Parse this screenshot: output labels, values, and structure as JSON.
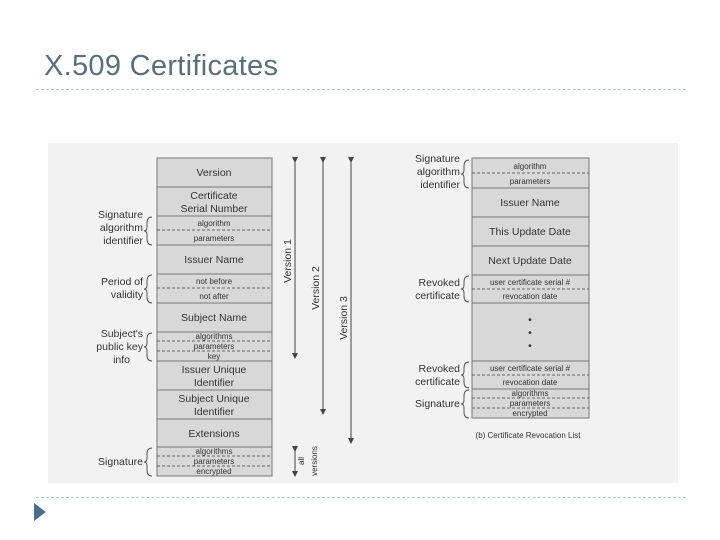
{
  "slide": {
    "title": "X.509 Certificates"
  },
  "cert": {
    "version": "Version",
    "serial_1": "Certificate",
    "serial_2": "Serial Number",
    "alg": "algorithm",
    "params": "parameters",
    "issuer": "Issuer Name",
    "not_before": "not before",
    "not_after": "not after",
    "subject": "Subject Name",
    "pk_alg": "algorithms",
    "pk_params": "parameters",
    "pk_key": "key",
    "iu_1": "Issuer Unique",
    "iu_2": "Identifier",
    "su_1": "Subject Unique",
    "su_2": "Identifier",
    "extensions": "Extensions",
    "sig_alg": "algorithms",
    "sig_params": "parameters",
    "sig_enc": "encrypted"
  },
  "cert_labels": {
    "sig_alg_id_1": "Signature",
    "sig_alg_id_2": "algorithm",
    "sig_alg_id_3": "identifier",
    "validity_1": "Period of",
    "validity_2": "validity",
    "pubkey_1": "Subject's",
    "pubkey_2": "public key",
    "pubkey_3": "info",
    "signature": "Signature"
  },
  "versions": {
    "v1": "Version 1",
    "v2": "Version 2",
    "v3": "Version 3",
    "all_1": "all",
    "all_2": "versions"
  },
  "crl": {
    "alg": "algorithm",
    "params": "parameters",
    "issuer": "Issuer Name",
    "this_update": "This Update Date",
    "next_update": "Next Update Date",
    "serial_1": "user certificate serial #",
    "rev_date_1": "revocation date",
    "dot": "•",
    "serial_2": "user certificate serial #",
    "rev_date_2": "revocation date",
    "sig_alg": "algorithms",
    "sig_params": "parameters",
    "sig_enc": "encrypted",
    "caption": "(b) Certificate Revocation List"
  },
  "crl_labels": {
    "sig_alg_id_1": "Signature",
    "sig_alg_id_2": "algorithm",
    "sig_alg_id_3": "identifier",
    "revoked_1a": "Revoked",
    "revoked_1b": "certificate",
    "revoked_2a": "Revoked",
    "revoked_2b": "certificate",
    "signature": "Signature"
  }
}
